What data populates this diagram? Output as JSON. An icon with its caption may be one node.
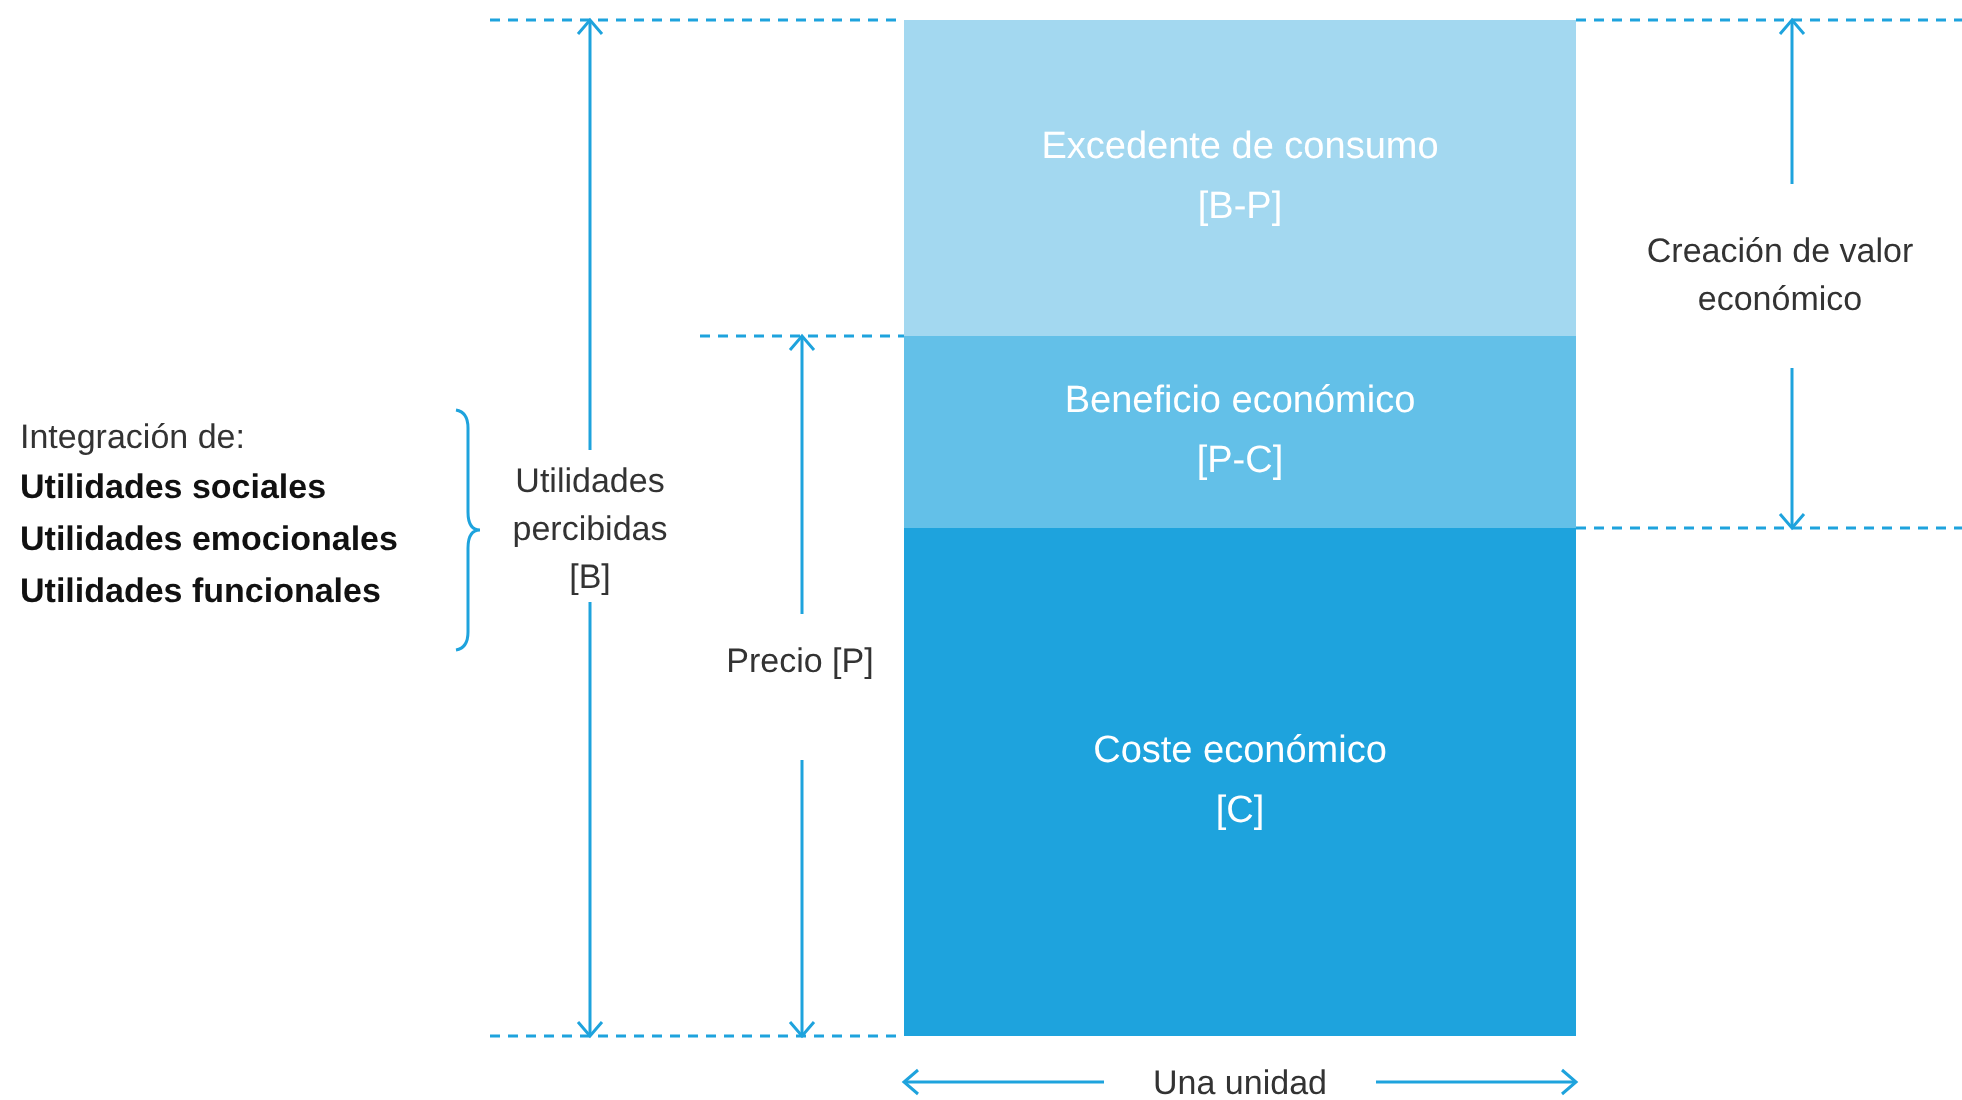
{
  "diagram": {
    "nodes": [
      {
        "text": [
          "Excedente de consumo",
          "[B-P]"
        ]
      },
      {
        "text": [
          "Beneficio económico",
          "[P-C]"
        ]
      },
      {
        "text": [
          "Coste económico",
          "[C]"
        ]
      }
    ],
    "labels": [
      "Integración de:",
      "Utilidades sociales",
      "Utilidades emocionales",
      "Utilidades funcionales",
      "Utilidades percibidas [B]",
      "Precio [P]",
      "Creación de valor económico",
      "Una unidad"
    ]
  }
}
